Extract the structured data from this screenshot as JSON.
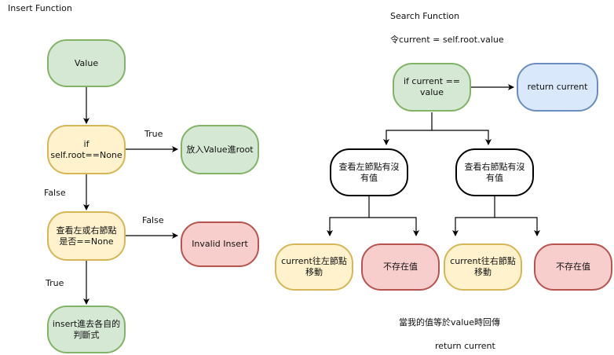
{
  "insert": {
    "title": "Insert Function",
    "node_value": "Value",
    "node_root_check": "if self.root==None",
    "node_put_root": "放入Value進root",
    "node_check_children": "查看左或右節點\n是否==None",
    "node_invalid": "Invalid Insert",
    "node_recurse": "insert進去各自的\n判斷式",
    "edge_true_1": "True",
    "edge_false_1": "False",
    "edge_false_2": "False",
    "edge_true_2": "True"
  },
  "search": {
    "title": "Search Function",
    "init": "令current = self.root.value",
    "node_check_value": "if current ==\nvalue",
    "node_return": "return current",
    "node_look_left": "查看左節點有沒\n有值",
    "node_look_right": "查看右節點有沒\n有值",
    "node_move_left": "current往左節點\n移動",
    "node_none_left": "不存在值",
    "node_move_right": "current往右節點\n移動",
    "node_none_right": "不存在值",
    "note_1": "當我的值等於value時回傳",
    "note_2": "return current"
  },
  "colors": {
    "green": "#d5e8d4",
    "yellow": "#fff2cc",
    "red": "#f8cecc",
    "blue": "#dae8fc"
  }
}
